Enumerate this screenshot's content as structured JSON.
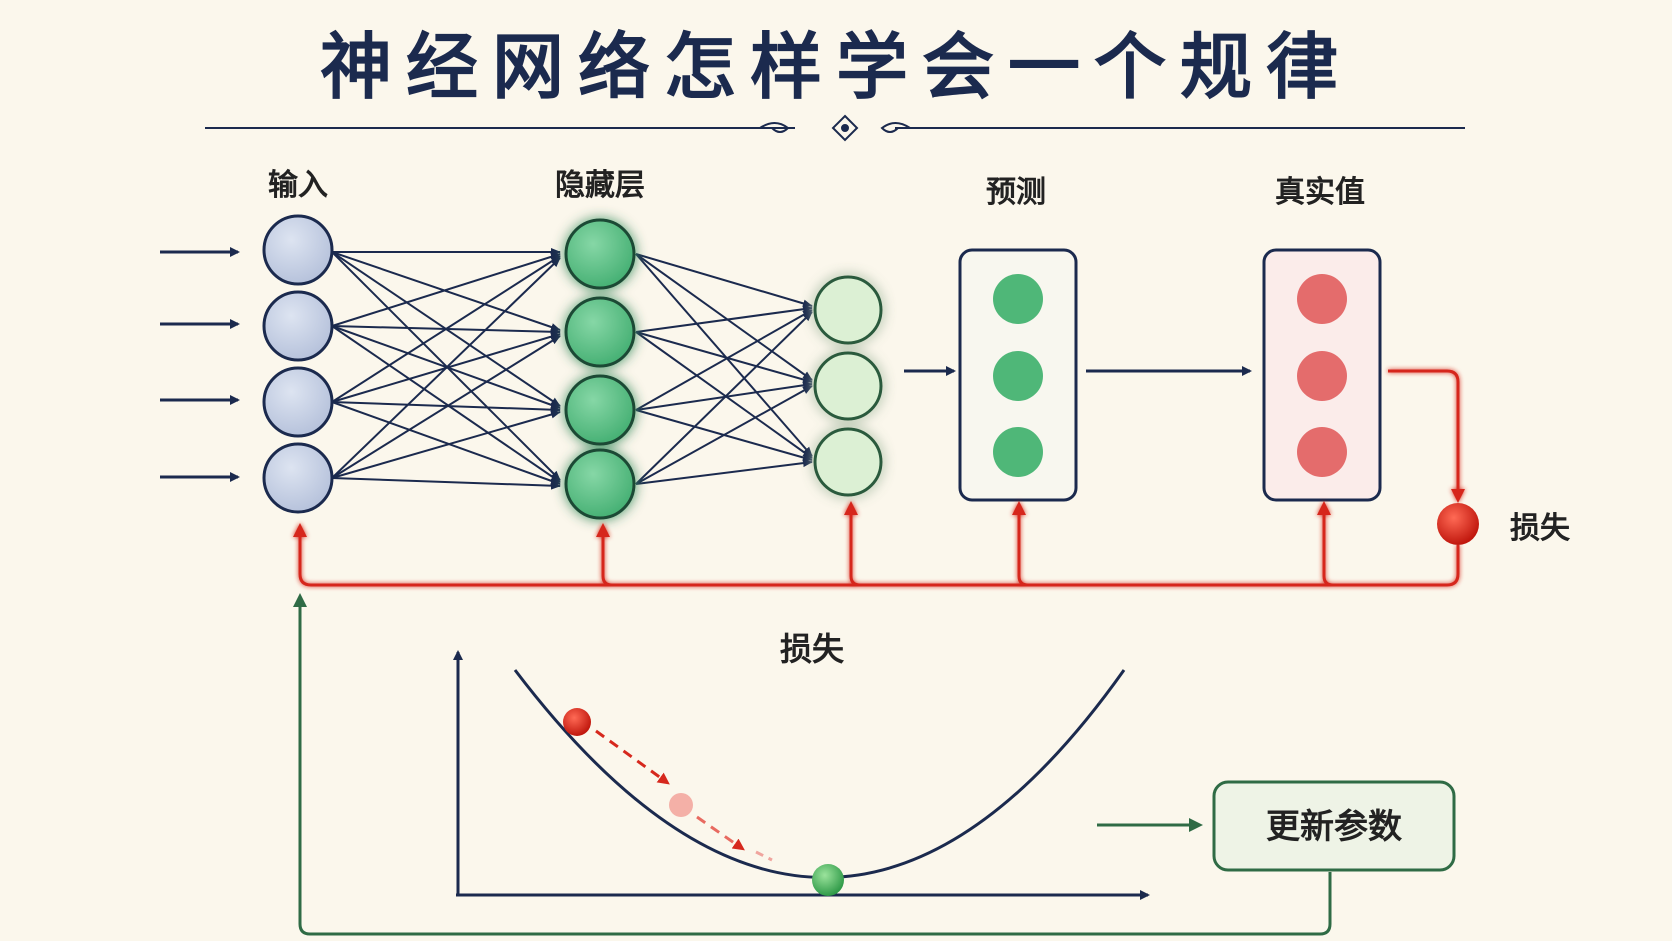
{
  "title": "神经网络怎样学会一个规律",
  "labels": {
    "input": "输入",
    "hidden": "隐藏层",
    "prediction": "预测",
    "truth": "真实值",
    "loss_node": "损失",
    "loss_curve": "损失",
    "update": "更新参数"
  },
  "colors": {
    "background": "#fbf7ec",
    "navy": "#1b2a4e",
    "input_node": "#c9d3e6",
    "hidden_node": "#5cbf86",
    "output_node": "#dcf0d4",
    "prediction_dot": "#4fb778",
    "truth_dot": "#e46c6c",
    "loss_red": "#d6281d",
    "update_green": "#2f6b45"
  },
  "icons": {
    "title_ornament": "ornament-divider-icon"
  }
}
